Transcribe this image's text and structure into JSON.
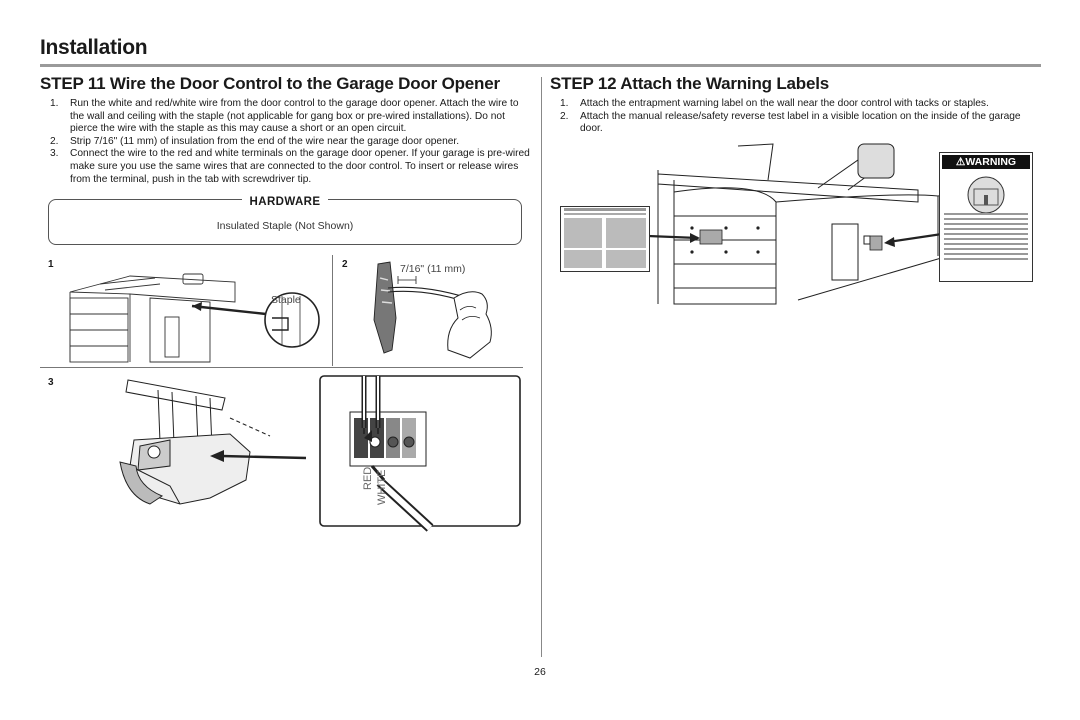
{
  "page": {
    "title": "Installation",
    "number": "26"
  },
  "step11": {
    "title": "STEP 11 Wire the Door Control to the Garage Door Opener",
    "items": [
      {
        "num": "1.",
        "text": "Run the white and red/white wire from the door control to the garage door opener. Attach the wire to the wall and ceiling with the staple (not applicable for gang box or pre-wired installations). Do not pierce the wire with the staple as this may cause a short or an open circuit."
      },
      {
        "num": "2.",
        "text": "Strip 7/16\" (11 mm) of insulation from the end of the wire near the garage door opener."
      },
      {
        "num": "3.",
        "text": "Connect the wire to the red and white terminals on the garage door opener. If your garage is pre-wired make sure you use the same wires that are connected to the door control. To insert or release wires from the terminal, push in the tab with screwdriver tip."
      }
    ],
    "hardware": {
      "title": "HARDWARE",
      "item": "Insulated Staple (Not Shown)"
    },
    "figures": {
      "fig1": {
        "num": "1",
        "callout": "Staple"
      },
      "fig2": {
        "num": "2",
        "callout": "7/16\" (11 mm)"
      },
      "fig3": {
        "num": "3",
        "terminal_red": "RED",
        "terminal_white": "WHITE"
      }
    }
  },
  "step12": {
    "title": "STEP 12 Attach the Warning Labels",
    "items": [
      {
        "num": "1.",
        "text": "Attach the entrapment warning label on the wall near the door control with tacks or staples."
      },
      {
        "num": "2.",
        "text": "Attach the manual release/safety reverse test label in a visible location on the inside of the garage door."
      }
    ],
    "warning_label": {
      "heading": "WARNING"
    }
  },
  "icons": {
    "warning": "warning-triangle-icon",
    "arrow": "pointer-arrow-icon"
  }
}
